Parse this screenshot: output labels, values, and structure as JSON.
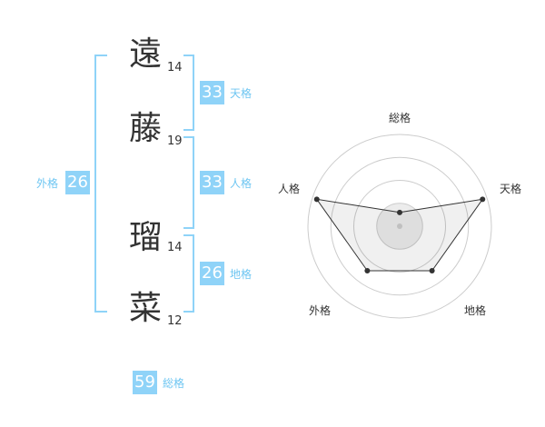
{
  "name": {
    "chars": [
      {
        "char": "遠",
        "strokes": "14"
      },
      {
        "char": "藤",
        "strokes": "19"
      },
      {
        "char": "瑠",
        "strokes": "14"
      },
      {
        "char": "菜",
        "strokes": "12"
      }
    ]
  },
  "kaku": {
    "tenkaku": {
      "value": "33",
      "label": "天格"
    },
    "jinkaku": {
      "value": "33",
      "label": "人格"
    },
    "chikaku": {
      "value": "26",
      "label": "地格"
    },
    "gaikaku": {
      "value": "26",
      "label": "外格"
    },
    "soukaku": {
      "value": "59",
      "label": "総格"
    }
  },
  "colors": {
    "accent": "#8fd3f8",
    "label": "#6ec6f2",
    "text": "#333333"
  },
  "chart_data": {
    "type": "radar",
    "axes": [
      "総格",
      "天格",
      "地格",
      "外格",
      "人格"
    ],
    "values": [
      0.15,
      0.95,
      0.6,
      0.6,
      0.95
    ],
    "range": [
      0,
      1
    ],
    "rings": 4
  }
}
